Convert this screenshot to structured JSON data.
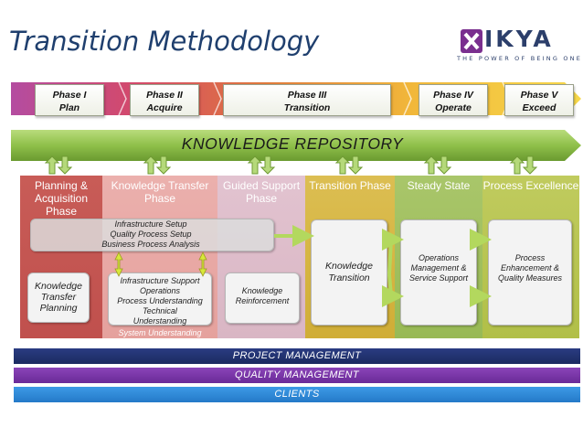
{
  "title": "Transition Methodology",
  "logo": {
    "name": "IKYA",
    "tagline": "THE POWER OF BEING ONE"
  },
  "phases": [
    {
      "number": "Phase I",
      "name": "Plan"
    },
    {
      "number": "Phase II",
      "name": "Acquire"
    },
    {
      "number": "Phase III",
      "name": "Transition"
    },
    {
      "number": "Phase IV",
      "name": "Operate"
    },
    {
      "number": "Phase V",
      "name": "Exceed"
    }
  ],
  "repository": "KNOWLEDGE REPOSITORY",
  "columns": [
    {
      "title": "Planning & Acquisition Phase"
    },
    {
      "title": "Knowledge Transfer Phase"
    },
    {
      "title": "Guided Support Phase"
    },
    {
      "title": "Transition Phase"
    },
    {
      "title": "Steady State"
    },
    {
      "title": "Process Excellence"
    }
  ],
  "setup": {
    "line1": "Infrastructure Setup",
    "line2": "Quality Process Setup",
    "line3": "Business Process Analysis"
  },
  "boxes": {
    "planning": "Knowledge Transfer Planning",
    "kt_support": "Infrastructure Support",
    "kt_operations": "Operations",
    "kt_process": "Process Understanding",
    "kt_technical": "Technical Understanding",
    "reinforcement": "Knowledge Reinforcement",
    "transition": "Knowledge Transition",
    "operations": "Operations Management & Service Support",
    "excellence": "Process Enhancement & Quality Measures"
  },
  "system_understanding": "System Understanding",
  "bands": [
    "PROJECT MANAGEMENT",
    "QUALITY MANAGEMENT",
    "CLIENTS"
  ],
  "colors": {
    "planning": "#c0504d",
    "kt": "#e8a0a0",
    "guided": "#dcb8c6",
    "transition": "#d4b33a",
    "steady": "#9bbb59",
    "excellence": "#b5c24a",
    "repository": "#8fc04a",
    "project_band": "#1f2f6e",
    "quality_band": "#7030a0",
    "clients_band": "#2e86d6"
  }
}
